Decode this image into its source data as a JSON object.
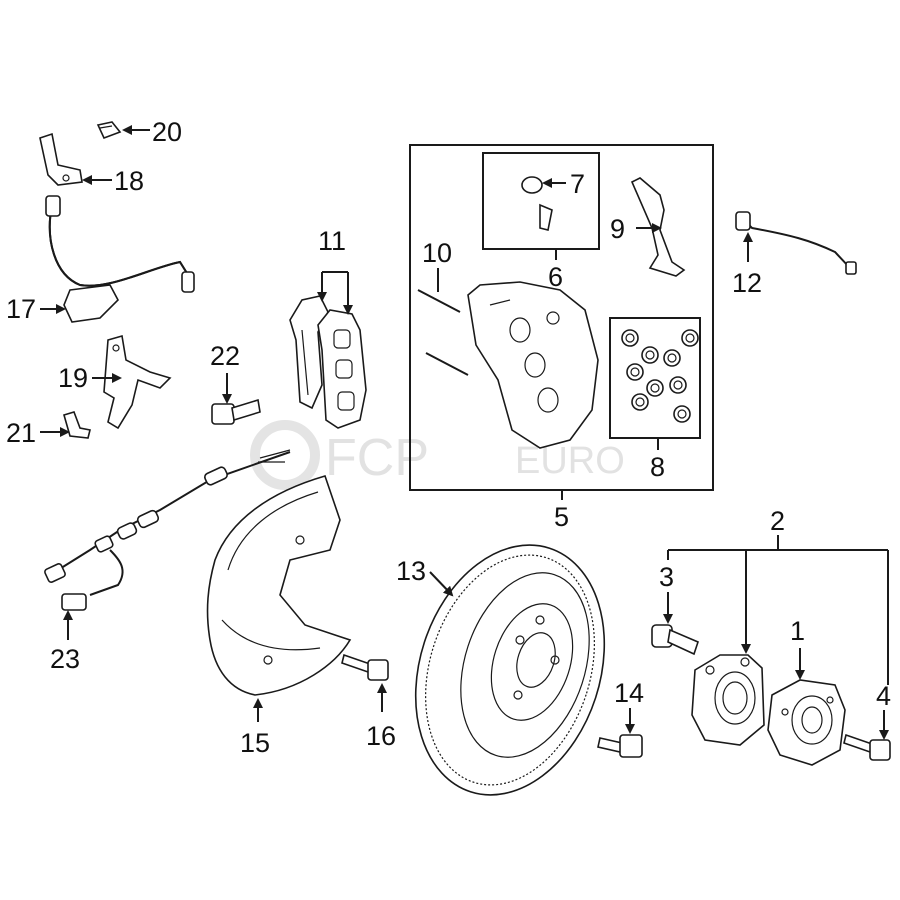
{
  "watermark": {
    "brand": "FCP",
    "suffix": "EURO"
  },
  "labels": {
    "p1": "1",
    "p2": "2",
    "p3": "3",
    "p4": "4",
    "p5": "5",
    "p6": "6",
    "p7": "7",
    "p8": "8",
    "p9": "9",
    "p10": "10",
    "p11": "11",
    "p12": "12",
    "p13": "13",
    "p14": "14",
    "p15": "15",
    "p16": "16",
    "p17": "17",
    "p18": "18",
    "p19": "19",
    "p20": "20",
    "p21": "21",
    "p22": "22",
    "p23": "23"
  },
  "icons": {
    "arrow": "arrow-icon"
  }
}
